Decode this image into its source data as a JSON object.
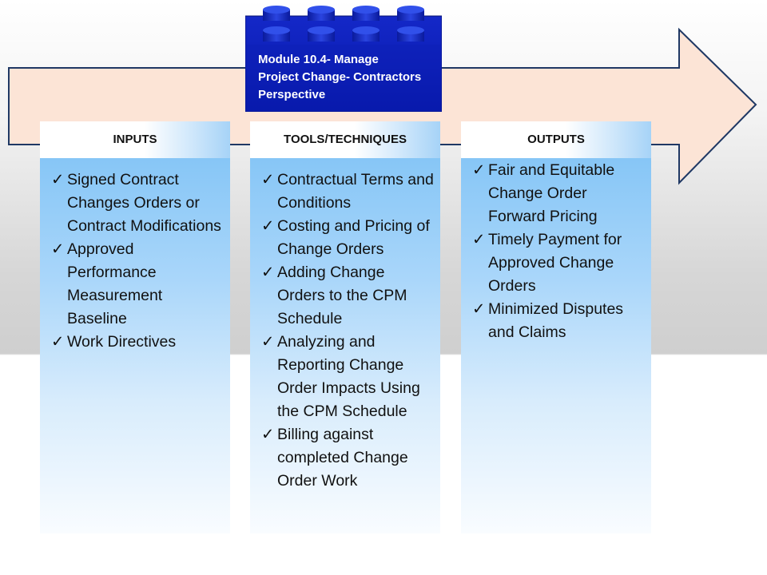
{
  "module_title": "Module 10.4- Manage\nProject Change- Contractors\nPerspective",
  "check_glyph": "✓",
  "colors": {
    "arrow_fill": "#fce4d6",
    "arrow_stroke": "#1f3864",
    "brick": "#0b1fb5",
    "column": "#a9d6fa"
  },
  "columns": [
    {
      "title": "INPUTS",
      "items": [
        "Signed Contract Changes Orders or Contract Modifications",
        "Approved Performance Measurement Baseline",
        "Work Directives"
      ]
    },
    {
      "title": "TOOLS/TECHNIQUES",
      "items": [
        "Contractual Terms and Conditions",
        "Costing and Pricing of Change Orders",
        "Adding Change Orders to the CPM Schedule",
        "Analyzing and Reporting Change Order Impacts Using the CPM Schedule",
        "Billing against completed Change Order Work"
      ]
    },
    {
      "title": "OUTPUTS",
      "items": [
        "Fair and Equitable Change Order Forward Pricing",
        "Timely Payment for Approved Change Orders",
        "Minimized Disputes and Claims"
      ]
    }
  ]
}
